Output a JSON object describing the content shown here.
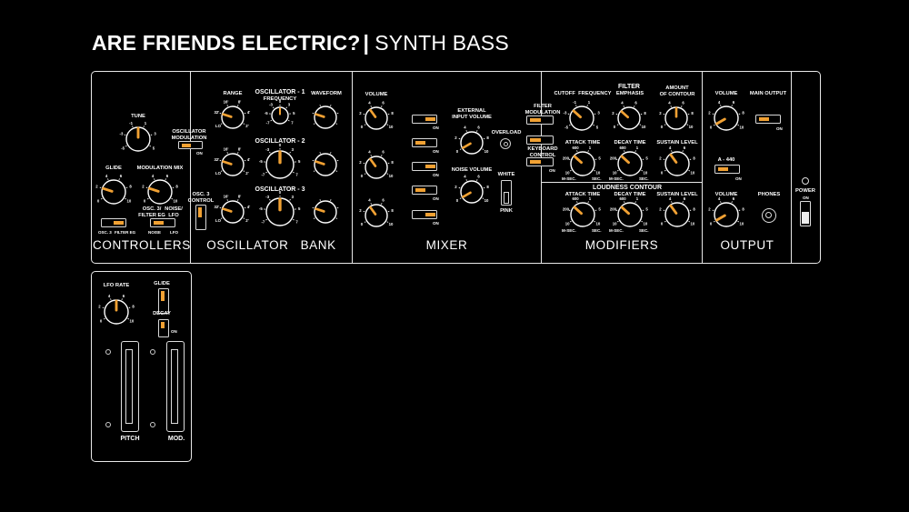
{
  "title": {
    "main": "ARE FRIENDS ELECTRIC?",
    "separator": "|",
    "subtitle": "SYNTH BASS"
  },
  "accent_color": "#f1a133",
  "panel_color": "#e8e8e8",
  "sections": {
    "controllers": "CONTROLLERS",
    "oscillator_bank": "OSCILLATOR   BANK",
    "mixer": "MIXER",
    "modifiers": "MODIFIERS",
    "output": "OUTPUT"
  },
  "controllers": {
    "tune": "TUNE",
    "osc_mod": "OSCILLATOR\nMODULATION",
    "osc_mod_on": "ON",
    "glide": "GLIDE",
    "mod_mix": "MODULATION MIX",
    "mod_mix_left": "OSC. 3/\nFILTER EG",
    "mod_mix_right": "NOISE/\nLFO",
    "sw1_left": "OSC. 3",
    "sw1_right": "FILTER EG",
    "sw2_left": "NOISE",
    "sw2_right": "LFO"
  },
  "oscillators": {
    "range": "RANGE",
    "osc1": "OSCILLATOR - 1",
    "frequency": "FREQUENCY",
    "waveform": "WAVEFORM",
    "osc2": "OSCILLATOR - 2",
    "osc3": "OSCILLATOR - 3",
    "osc3_control": "OSC. 3\nCONTROL",
    "range_ticks": [
      "LO",
      "32'",
      "16'",
      "8'",
      "4'",
      "2'"
    ]
  },
  "mixer": {
    "volume": "VOLUME",
    "ext_input": "EXTERNAL\nINPUT VOLUME",
    "overload": "OVERLOAD",
    "noise_volume": "NOISE VOLUME",
    "white": "WHITE",
    "pink": "PINK",
    "on": "ON"
  },
  "modifiers": {
    "filter_mod": "FILTER\nMODULATION",
    "keyboard_control": "KEYBOARD\nCONTROL",
    "filter": "FILTER",
    "cutoff": "CUTOFF  FREQUENCY",
    "emphasis": "EMPHASIS",
    "amount": "AMOUNT\nOF CONTOUR",
    "attack": "ATTACK TIME",
    "decay": "DECAY TIME",
    "sustain": "SUSTAIN LEVEL",
    "loudness": "LOUDNESS CONTOUR",
    "msec": "M-SEC.",
    "sec": "SEC."
  },
  "output": {
    "volume": "VOLUME",
    "main_output": "MAIN OUTPUT",
    "a440": "A - 440",
    "phones": "PHONES",
    "power": "POWER",
    "on": "ON"
  },
  "wheels": {
    "lfo_rate": "LFO RATE",
    "glide": "GLIDE",
    "decay": "DECAY",
    "on": "ON",
    "pitch": "PITCH",
    "mod": "MOD."
  },
  "knobs": {
    "tune": 5.0,
    "glide": 2.0,
    "mod_mix": 2.0,
    "osc1_range": 2.0,
    "osc1_freq": 5.0,
    "osc1_wave": 2.0,
    "osc2_range": 2.0,
    "osc2_freq": 5.0,
    "osc2_wave": 2.0,
    "osc3_range": 2.0,
    "osc3_freq": 5.0,
    "osc3_wave": 2.0,
    "mix_vol1": 3.5,
    "mix_vol2": 3.5,
    "mix_vol3": 3.5,
    "ext_input": 0.0,
    "noise_volume": 0.0,
    "cutoff": 3.0,
    "emphasis": 3.0,
    "amount": 5.0,
    "f_attack": 3.0,
    "f_decay": 3.0,
    "f_sustain": 3.5,
    "l_attack": 3.0,
    "l_decay": 3.0,
    "l_sustain": 3.5,
    "out_volume": 0.0,
    "phones_volume": 0.0,
    "lfo_rate": 5.0
  }
}
